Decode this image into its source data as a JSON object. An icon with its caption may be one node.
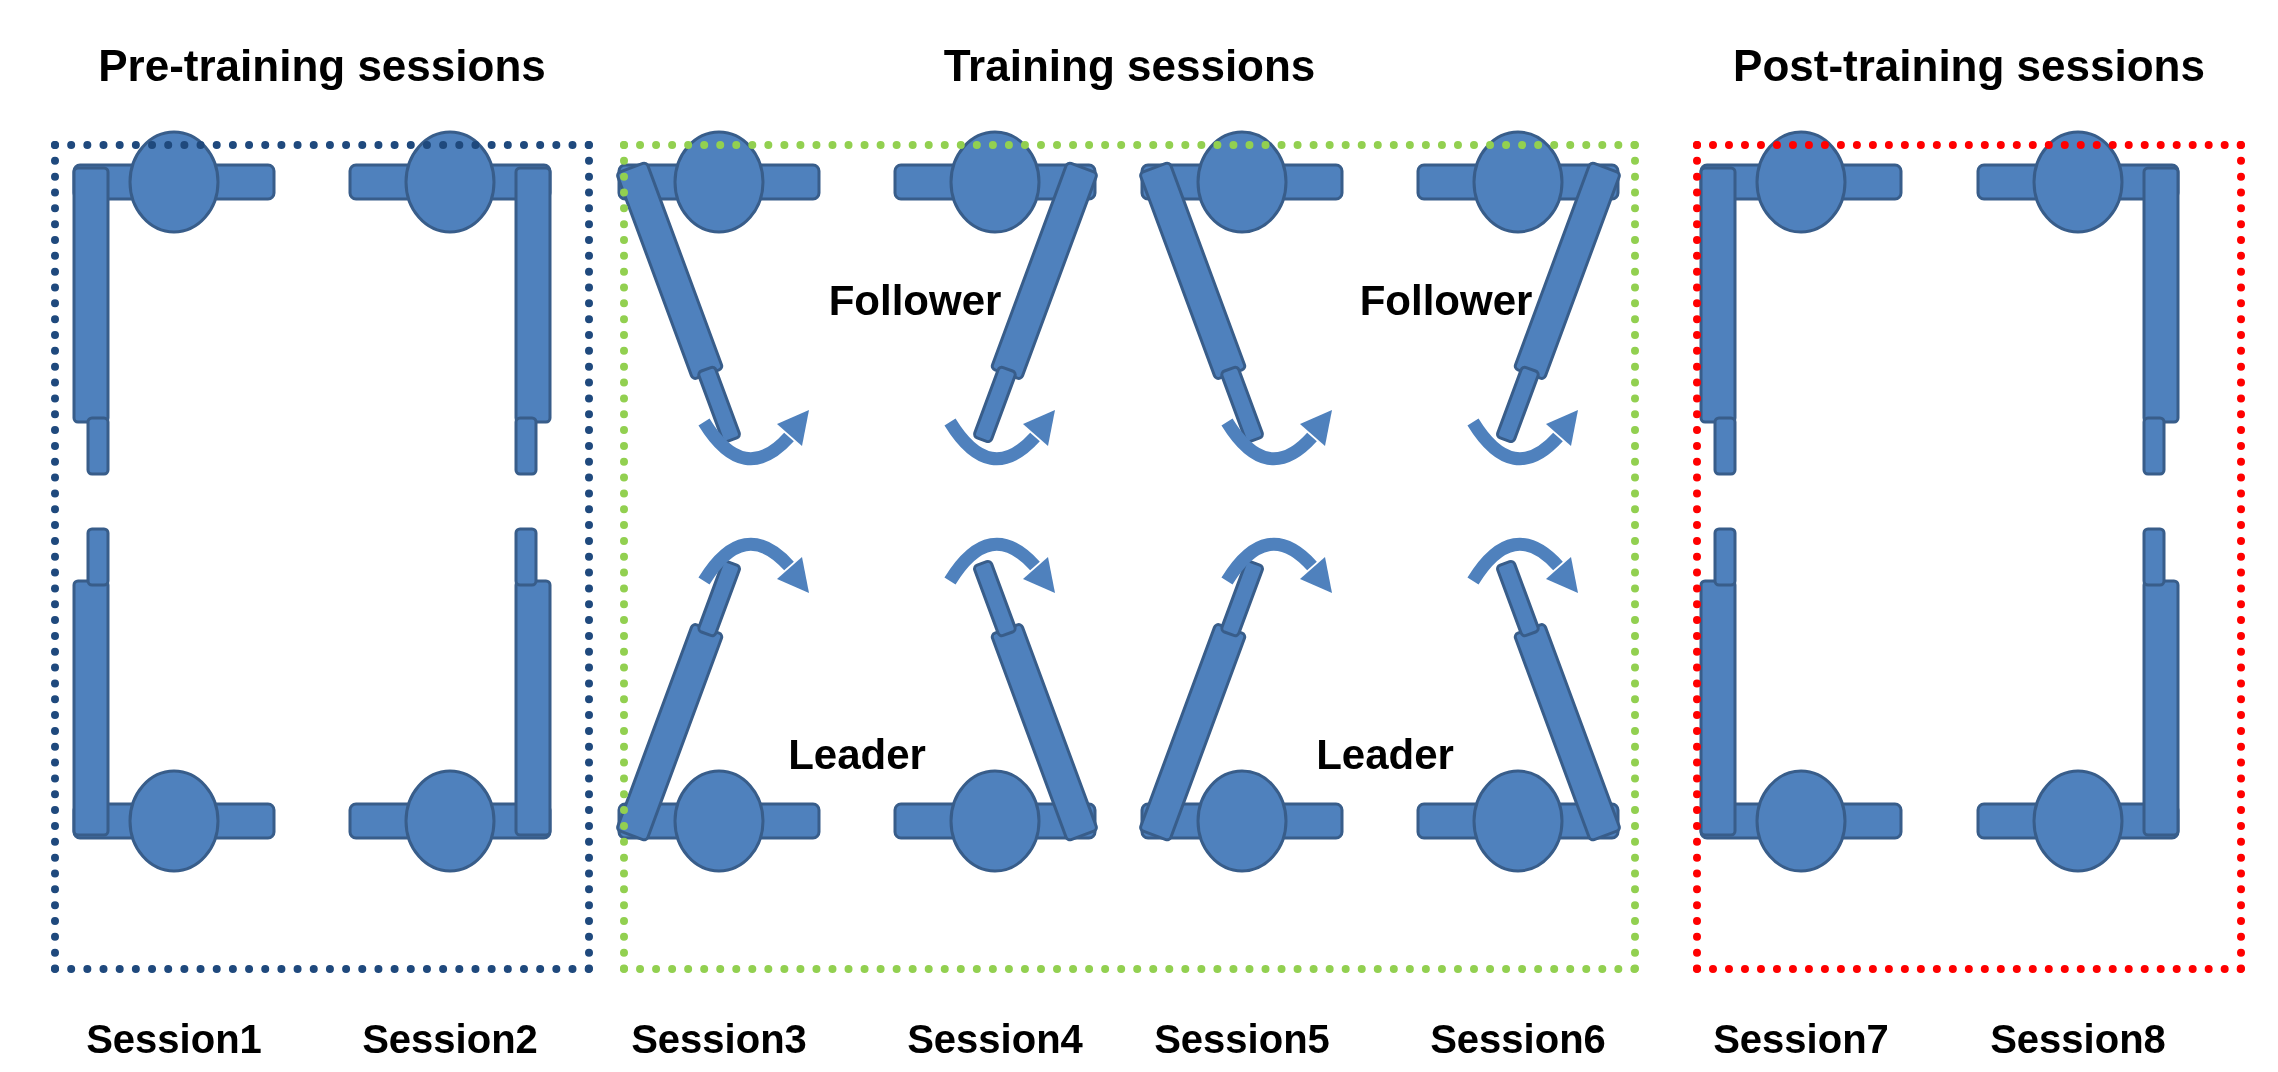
{
  "diagram": {
    "nodes": [
      {
        "text": [
          "Pre-training sessions"
        ]
      },
      {
        "text": [
          "Training sessions"
        ]
      },
      {
        "text": [
          "Post-training sessions"
        ]
      }
    ],
    "labels": [
      "Follower",
      "Follower",
      "Leader",
      "Leader",
      "Session1",
      "Session2",
      "Session3",
      "Session4",
      "Session5",
      "Session6",
      "Session7",
      "Session8"
    ]
  }
}
